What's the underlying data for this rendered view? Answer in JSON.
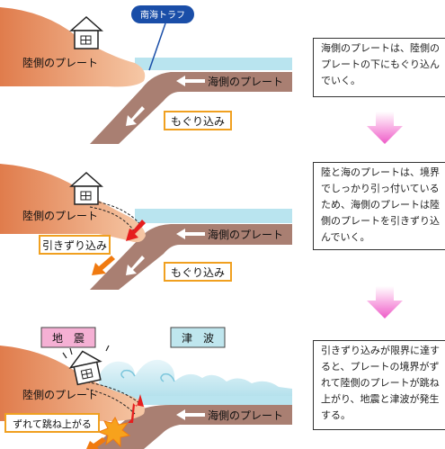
{
  "panels": [
    {
      "land_plate_label": "陸側のプレート",
      "ocean_plate_label": "海側のプレート",
      "trough_label": "南海トラフ",
      "subduct_label": "もぐり込み",
      "description": "海側のプレートは、陸側の\nプレートの下にもぐり込ん\nでいく。"
    },
    {
      "land_plate_label": "陸側のプレート",
      "ocean_plate_label": "海側のプレート",
      "drag_label": "引きずり込み",
      "subduct_label": "もぐり込み",
      "description": "陸と海のプレートは、境界\nでしっかり引っ付いている\nため、海側のプレートは陸\n側のプレートを引きずり込\nんでいく。"
    },
    {
      "land_plate_label": "陸側のプレート",
      "ocean_plate_label": "海側のプレート",
      "earthquake_label": "地　震",
      "tsunami_label": "津　波",
      "rebound_label": "ずれて跳ね上がる",
      "description": "引きずり込みが限界に達す\nると、プレートの境界がず\nれて陸側のプレートが跳ね\n上がり、地震と津波が発生\nする。"
    }
  ],
  "colors": {
    "land_plate": "#e8956a",
    "ocean_plate": "#a97f72",
    "sea": "#b9e4ef",
    "label_border": "#f0a020",
    "trough_badge": "#1a4ea8",
    "flow_arrow": "#f27ad0",
    "eq_badge": "#f5b0d4",
    "tsunami_badge": "#bfe6ee",
    "red_arrow": "#e61e1e",
    "orange_arrow": "#f07a10"
  }
}
